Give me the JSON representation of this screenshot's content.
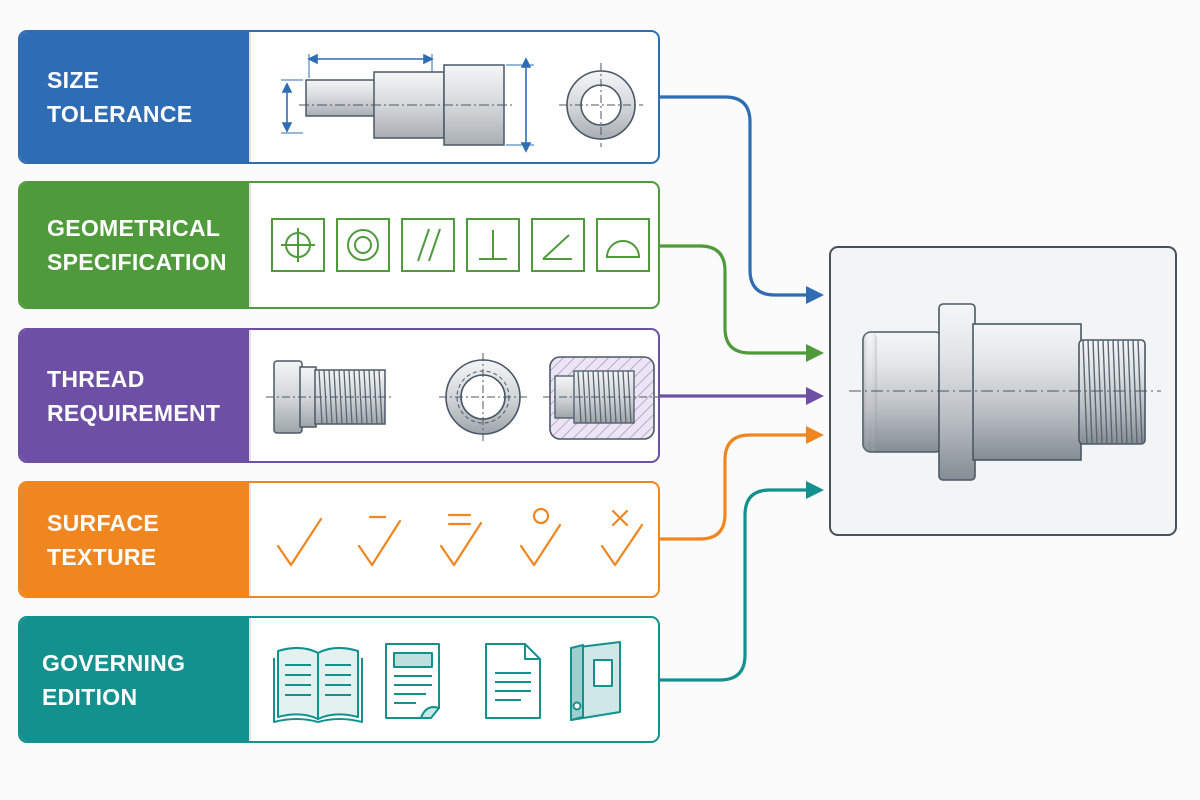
{
  "rows": [
    {
      "key": "size",
      "label_lines": [
        "SIZE TOLERANCE"
      ],
      "color": "#2e6db4"
    },
    {
      "key": "geometrical",
      "label_lines": [
        "GEOMETRICAL",
        "SPECIFICATION"
      ],
      "color": "#4f9a3b",
      "icons": [
        "position-icon",
        "concentricity-icon",
        "parallelism-icon",
        "perpendicularity-icon",
        "angularity-icon",
        "profile-icon"
      ]
    },
    {
      "key": "thread",
      "label_lines": [
        "THREAD",
        "REQUIREMENT"
      ],
      "color": "#6d4fa5"
    },
    {
      "key": "surface",
      "label_lines": [
        "SURFACE TEXTURE"
      ],
      "color": "#f0861f",
      "icons": [
        "surface-basic-icon",
        "surface-removal-icon",
        "surface-lay-icon",
        "surface-no-removal-icon",
        "surface-crossed-lay-icon"
      ]
    },
    {
      "key": "governing",
      "label_lines": [
        "GOVERNING EDITION"
      ],
      "color": "#13918f",
      "icons": [
        "open-book-icon",
        "document-icon",
        "page-icon",
        "binder-icon"
      ]
    }
  ],
  "colors": {
    "panel_border": "#46525d",
    "drawing_line": "#4a5866",
    "part_fill": "#c9cdd1"
  }
}
